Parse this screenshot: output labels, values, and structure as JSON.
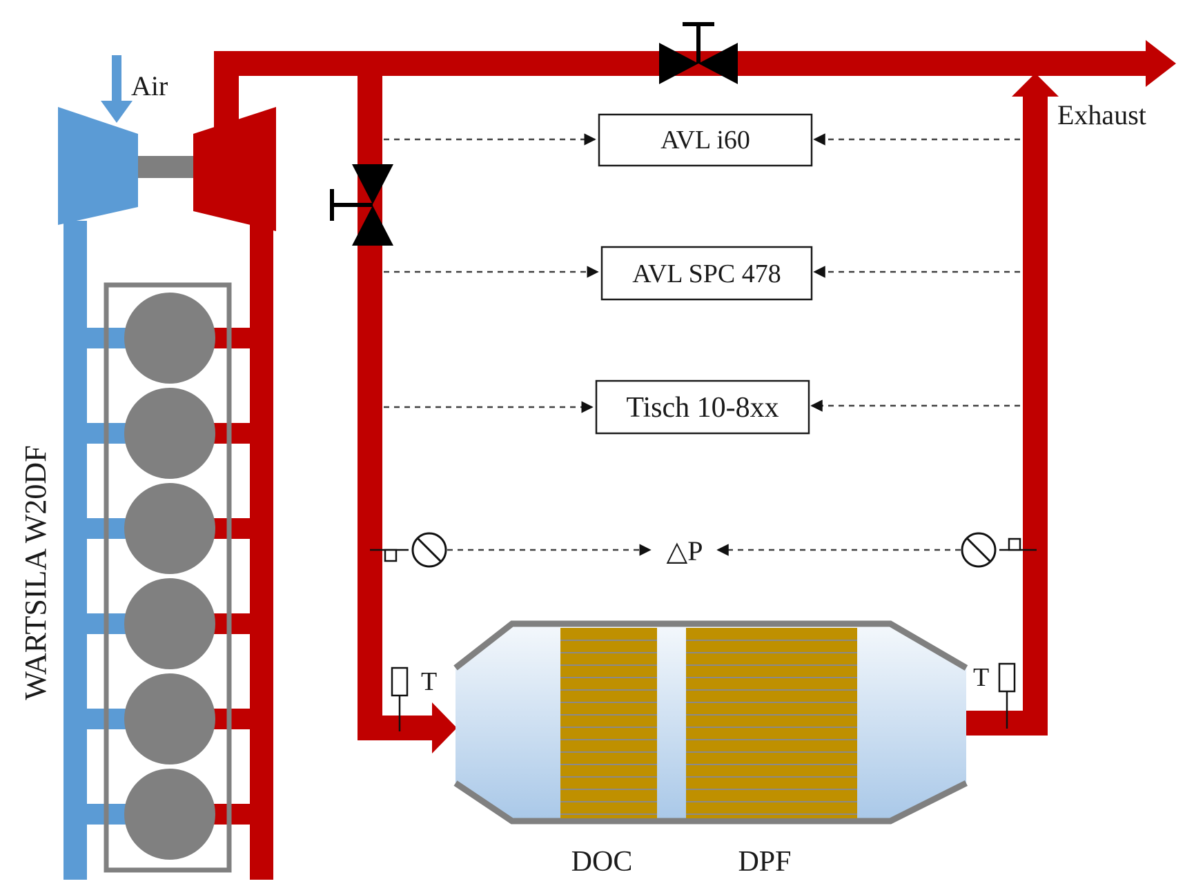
{
  "labels": {
    "air": "Air",
    "exhaust": "Exhaust",
    "engine": "WARTSILA W20DF",
    "doc": "DOC",
    "dpf": "DPF",
    "delta_p": "△P",
    "temp_inlet": "T",
    "temp_outlet": "T"
  },
  "instruments": [
    {
      "name": "avl-i60",
      "label": "AVL i60"
    },
    {
      "name": "avl-spc-478",
      "label": "AVL SPC 478"
    },
    {
      "name": "tisch-10-8xx",
      "label": "Tisch 10-8xx"
    }
  ],
  "engine": {
    "cylinder_count": 6
  },
  "colors": {
    "exhaust_pipe": "#c00000",
    "air_pipe": "#5b9bd5",
    "cylinder": "#808080",
    "engine_frame": "#808080",
    "shaft": "#7f7f7f",
    "filter_element": "#bf9000",
    "filter_lines": "#8a8a8a",
    "housing_top": "#f4f8fc",
    "housing_bottom": "#a9c8e8",
    "valve": "#000000",
    "dashed_line": "#404040"
  }
}
